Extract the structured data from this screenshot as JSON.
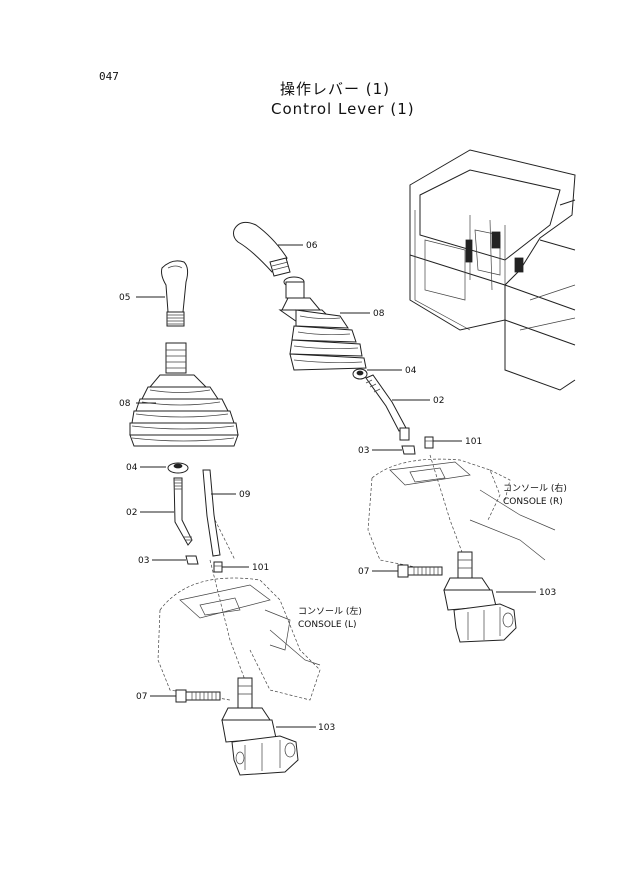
{
  "page_number": "047",
  "title_jp": "操作レバー (1)",
  "title_en": "Control Lever (1)",
  "callouts": {
    "c05": "05",
    "c06": "06",
    "c08l": "08",
    "c08r": "08",
    "c04l": "04",
    "c04r": "04",
    "c02l": "02",
    "c02r": "02",
    "c09": "09",
    "c03l": "03",
    "c03r": "03",
    "c101l": "101",
    "c101r": "101",
    "c07l": "07",
    "c07r": "07",
    "c103l": "103",
    "c103r": "103"
  },
  "console_left": {
    "jp": "コンソール (左)",
    "en": "CONSOLE (L)"
  },
  "console_right": {
    "jp": "コンソール (右)",
    "en": "CONSOLE (R)"
  }
}
